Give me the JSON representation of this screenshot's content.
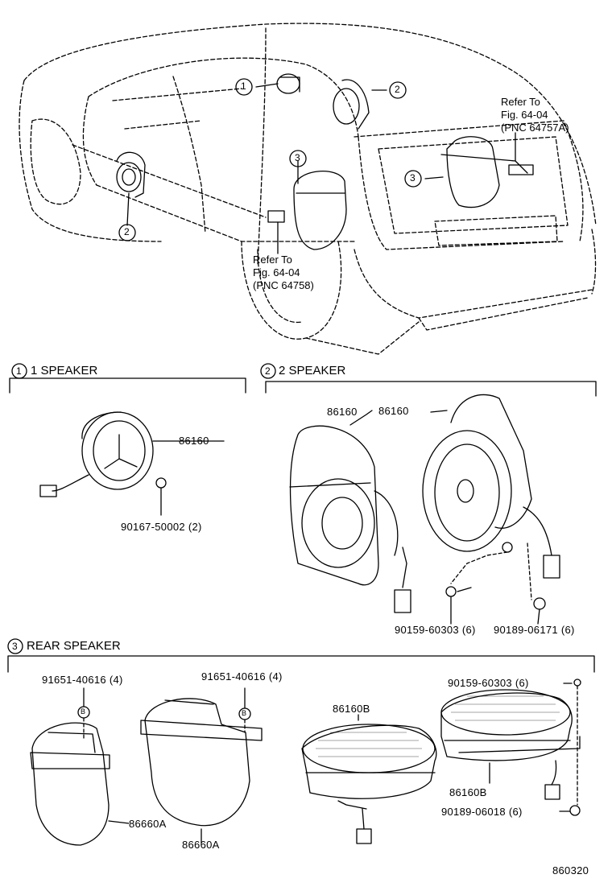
{
  "callouts": {
    "c1": "1",
    "c2": "2",
    "c3": "3"
  },
  "refs": {
    "ref_top_1": "Refer To",
    "ref_top_2": "Fig. 64-04",
    "ref_top_3": "(PNC 64757A)",
    "ref_mid_1": "Refer To",
    "ref_mid_2": "Fig. 64-04",
    "ref_mid_3": "(PNC 64758)"
  },
  "sections": {
    "s1": "1 SPEAKER",
    "s2": "2 SPEAKER",
    "s3": "REAR SPEAKER"
  },
  "parts": {
    "p86160_s1": "86160",
    "p90167": "90167-50002 (2)",
    "p86160_a": "86160",
    "p86160_b": "86160",
    "p90159_a": "90159-60303 (6)",
    "p90189_a": "90189-06171 (6)",
    "p91651_a": "91651-40616 (4)",
    "p91651_b": "91651-40616 (4)",
    "p86160B_a": "86160B",
    "p90159_b": "90159-60303 (6)",
    "p86160B_b": "86160B",
    "p90189_b": "90189-06018 (6)",
    "p86660A_a": "86660A",
    "p86660A_b": "86660A",
    "markB": "B"
  },
  "footer": {
    "code": "860320"
  }
}
